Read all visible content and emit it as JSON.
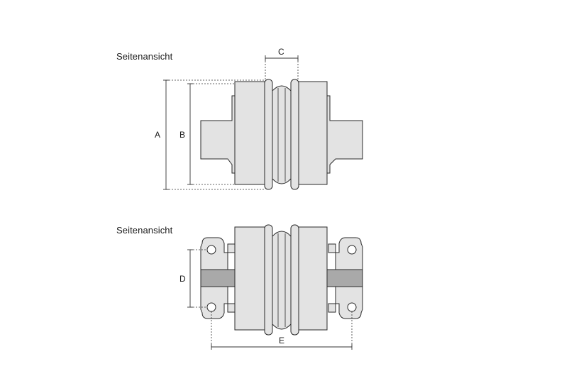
{
  "views": {
    "side_view_1_label": "Seitenansicht",
    "side_view_2_label": "Seitenansicht"
  },
  "dimensions": {
    "a": "A",
    "b": "B",
    "c": "C",
    "d": "D",
    "e": "E"
  },
  "colors": {
    "body_fill": "#e3e3e3",
    "shaft_fill": "#a9a9a9",
    "outline": "#2a2a2a"
  }
}
